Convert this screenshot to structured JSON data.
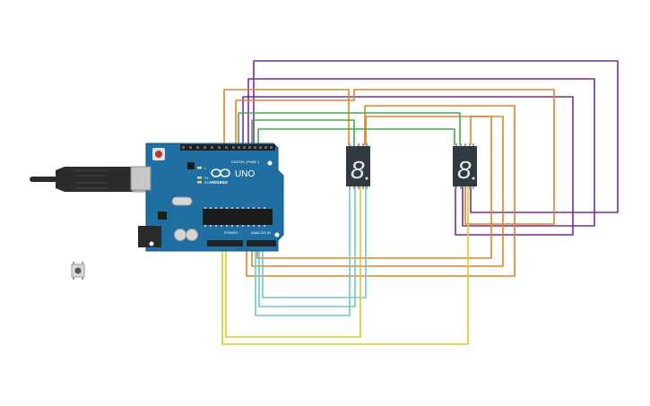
{
  "canvas": {
    "background": "#ffffff"
  },
  "components": {
    "arduino": {
      "model_label": "UNO",
      "brand_label": "ARDUINO",
      "digital_header_label": "DIGITAL (PWM~)",
      "power_header_label": "POWER",
      "analog_header_label": "ANALOG IN",
      "tx_label": "TX",
      "rx_label": "RX",
      "l_label": "L",
      "board_color": "#1f6fa3",
      "header_color": "#222222"
    },
    "usb_cable": {
      "connector_color": "#bdbdbd",
      "plug_color": "#2b2b2b"
    },
    "seven_segment_displays": [
      {
        "id": "display-1",
        "digit": "8",
        "color": "#2f3a41"
      },
      {
        "id": "display-2",
        "digit": "8",
        "color": "#2f3a41"
      }
    ],
    "pushbutton": {
      "color": "#9e9e9e"
    }
  },
  "wire_colors": {
    "purple": "#7a2a96",
    "orange": "#e0822a",
    "green": "#3fae49",
    "cyan": "#6cc8cf",
    "yellow": "#e8c41e"
  }
}
